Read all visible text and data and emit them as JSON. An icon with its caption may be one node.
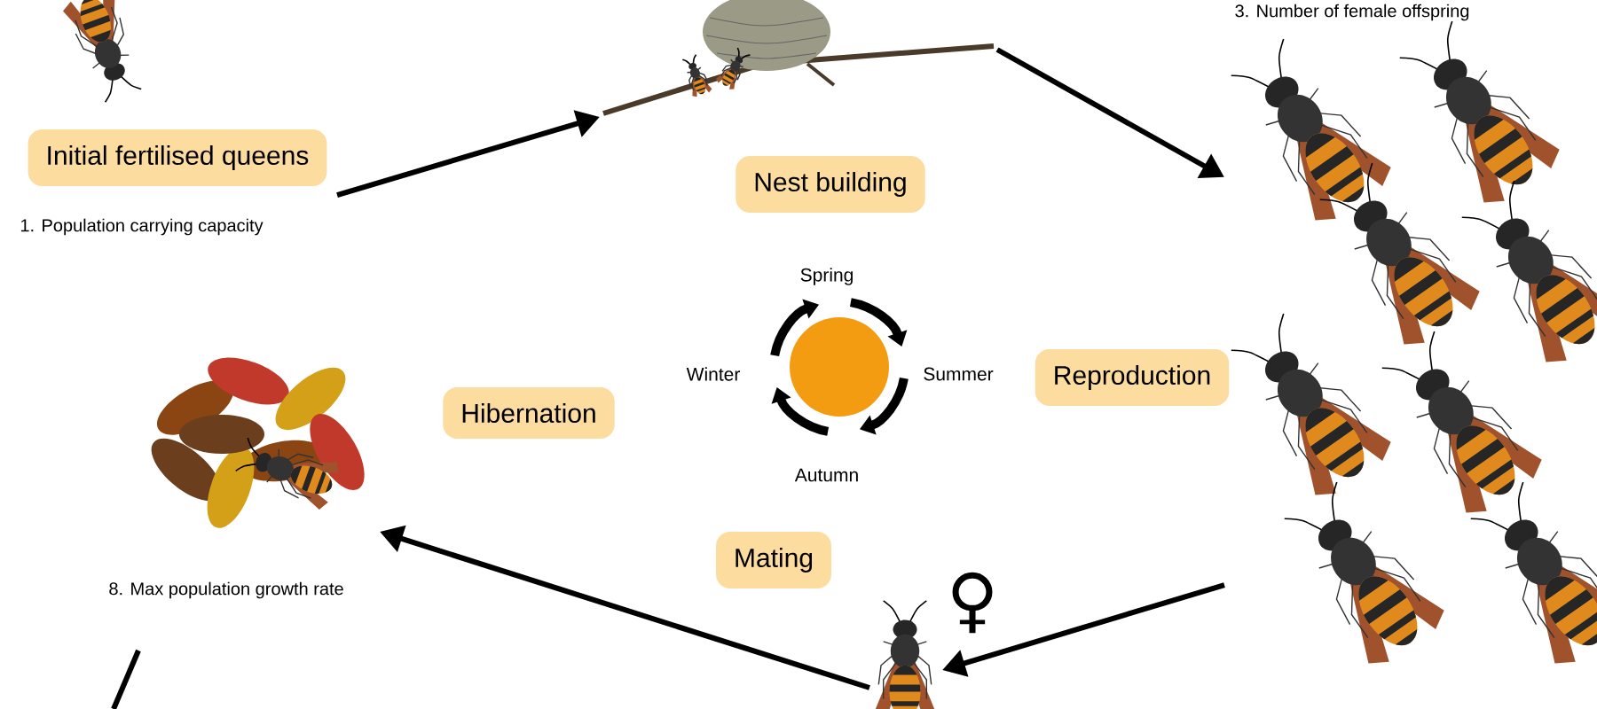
{
  "diagram": {
    "nodes": [
      {
        "text": [],
        "shape": "picture"
      },
      {
        "text": [],
        "shape": "picture"
      },
      {
        "text": [
          "Initial fertilised queens"
        ]
      },
      {
        "text": [
          "Nest building"
        ]
      },
      {
        "text": [],
        "shape": "picture"
      },
      {
        "text": [
          "Reproduction"
        ]
      },
      {
        "text": [
          "Hibernation"
        ]
      },
      {
        "text": [],
        "shape": "picture"
      },
      {
        "text": [
          "Mating"
        ]
      },
      {
        "text": [],
        "shape": "picture"
      }
    ],
    "edges": [
      {
        "from": 2,
        "to": 1,
        "arrow": "to"
      },
      {
        "from": 1,
        "to": 4,
        "arrow": "to"
      },
      {
        "from": 4,
        "to": 9,
        "arrow": "to"
      },
      {
        "from": 9,
        "to": 7,
        "arrow": "to"
      }
    ],
    "labels": [
      "3. Number of female offspring",
      "1. Population carrying capacity",
      "Spring",
      "Winter",
      "Summer",
      "Autumn",
      "8. Max population growth rate",
      "♀"
    ]
  }
}
